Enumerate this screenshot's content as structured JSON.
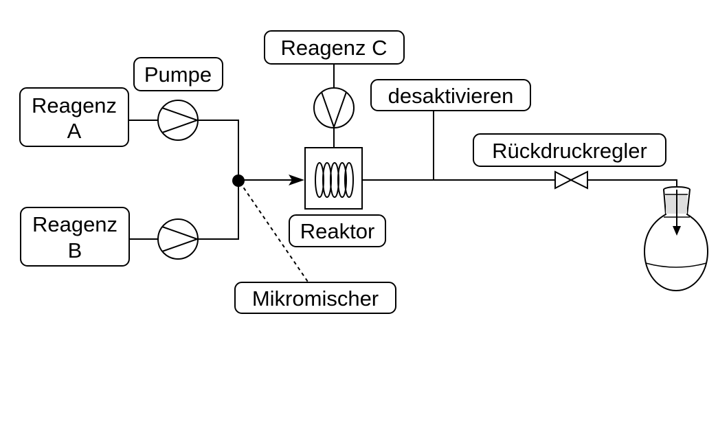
{
  "labels": {
    "reagent_a_line1": "Reagenz",
    "reagent_a_line2": "A",
    "reagent_b_line1": "Reagenz",
    "reagent_b_line2": "B",
    "reagent_c": "Reagenz C",
    "pump": "Pumpe",
    "quench": "desaktivieren",
    "back_pressure_regulator": "Rückdruckregler",
    "reactor": "Reaktor",
    "micromixer": "Mikromischer"
  }
}
